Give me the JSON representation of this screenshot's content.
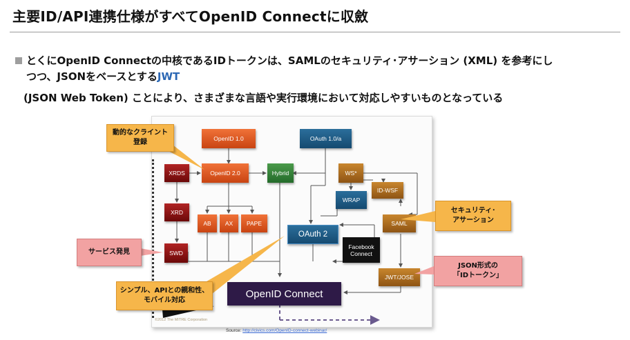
{
  "header": {
    "title": "主要ID/API連携仕様がすべてOpenID Connectに収斂"
  },
  "body_text": {
    "line1": "とくにOpenID Connectの中核であるIDトークンは、SAMLのセキュリティ･アサーション (XML) を参考にし",
    "line2_prefix": "つつ、JSONをベースとする",
    "line2_jwt": "JWT",
    "line3": "(JSON Web Token) ことにより、さまざまな言語や実行環境において対応しやすいものとなっている"
  },
  "diagram": {
    "nodes": {
      "openid1": "OpenID 1.0",
      "oauth1": "OAuth 1.0/a",
      "xrds": "XRDS",
      "openid2": "OpenID 2.0",
      "hybrid": "Hybrid",
      "ws": "WS*",
      "idwsf": "ID-WSF",
      "wrap": "WRAP",
      "xrd": "XRD",
      "ab": "AB",
      "ax": "AX",
      "pape": "PAPE",
      "oauth2": "OAuth 2",
      "saml": "SAML",
      "facebook_line1": "Facebook",
      "facebook_line2": "Connect",
      "swd": "SWD",
      "jwt_jose": "JWT/JOSE",
      "oidc": "OpenID Connect"
    },
    "copyright": "©2012 The MITRE Corporation"
  },
  "callouts": {
    "dynamic_client_line1": "動的なクライント",
    "dynamic_client_line2": "登録",
    "security_assertion_line1": "セキュリティ･",
    "security_assertion_line2": "アサーション",
    "service_discovery": "サービス発見",
    "idtoken_line1": "JSON形式の",
    "idtoken_line2": "「IDトークン」",
    "simple_line1": "シンプル、APIとの親和性、",
    "simple_line2": "モバイル対応"
  },
  "source": {
    "label": "Source: ",
    "link": "http://civics.com/OpenID-connect-webinar/"
  },
  "colors": {
    "red_node": "#8e1414",
    "orange_node": "#e0582a",
    "green_node": "#2f7d36",
    "blue_node": "#1f5f8b",
    "brown_node": "#b06e22",
    "oidc_node": "#2e1a47",
    "callout": "#f6b64a",
    "callout_pink": "#f2a2a2",
    "jwt_accent": "#2b67b4"
  }
}
